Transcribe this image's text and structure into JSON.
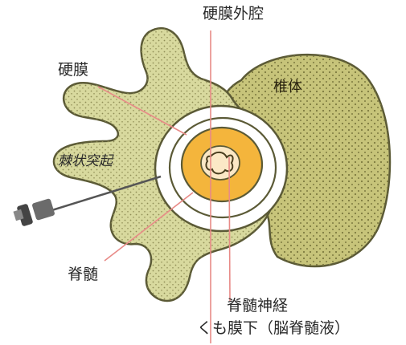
{
  "labels": {
    "epidural_space": "硬膜外腔",
    "dura_mater": "硬膜",
    "vertebral_body": "椎体",
    "spinous_process": "棘状突起",
    "spinal_cord": "脊髄",
    "spinal_nerve": "脊髄神経",
    "subarachnoid": "くも膜下（脳脊髄液）"
  },
  "colors": {
    "bone_fill": "#d8d99e",
    "bone_stipple": "#8f8d55",
    "vertebral_body_fill": "#c7c47a",
    "outline": "#5b5a36",
    "csf_ring": "#ffffff",
    "cord_outer": "#f4b53c",
    "cord_inner": "#fbe8c6",
    "leader_lines": "#e88a87",
    "needle": "#555555"
  }
}
